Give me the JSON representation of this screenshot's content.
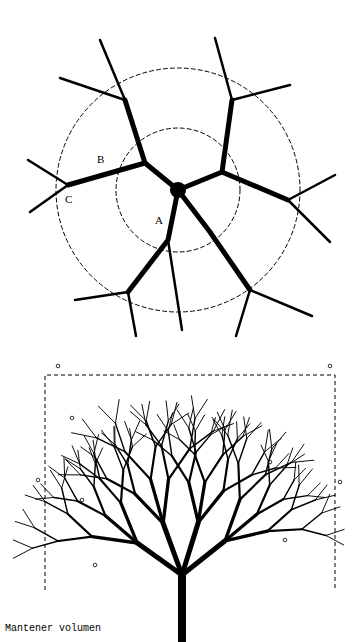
{
  "diagram": {
    "labels": [
      "B",
      "C",
      "A",
      "Mantener volumen"
    ]
  }
}
